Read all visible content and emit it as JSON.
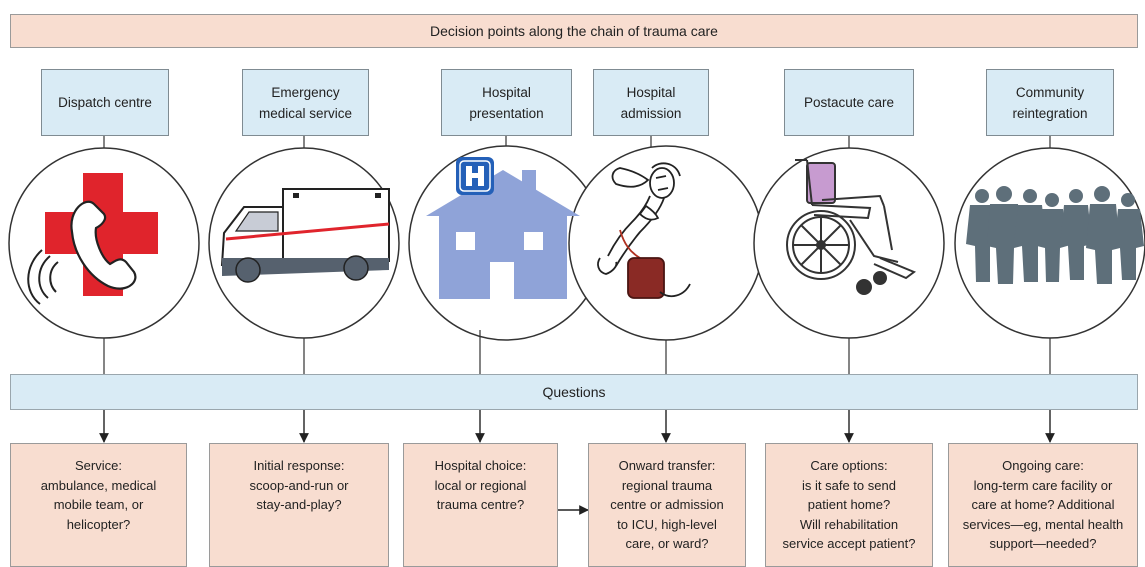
{
  "header": {
    "title": "Decision points along the chain of trauma care"
  },
  "stages": [
    {
      "label": "Dispatch centre",
      "icon": "telephone-red-cross-icon"
    },
    {
      "label": "Emergency\nmedical service",
      "icon": "ambulance-icon"
    },
    {
      "label": "Hospital\npresentation",
      "icon": "hospital-building-icon"
    },
    {
      "label": "Hospital\nadmission",
      "icon": "patient-transfusion-icon"
    },
    {
      "label": "Postacute care",
      "icon": "wheelchair-icon"
    },
    {
      "label": "Community\nreintegration",
      "icon": "people-silhouettes-icon"
    }
  ],
  "questions_label": "Questions",
  "answers": [
    {
      "text": "Service:\nambulance, medical\nmobile team, or\nhelicopter?"
    },
    {
      "text": "Initial response:\nscoop-and-run or\nstay-and-play?"
    },
    {
      "text": "Hospital choice:\nlocal or regional\ntrauma centre?"
    },
    {
      "text": "Onward transfer:\nregional trauma\ncentre or admission\nto ICU, high-level\ncare, or ward?"
    },
    {
      "text": "Care options:\nis it safe to send\npatient home?\nWill rehabilitation\nservice accept patient?"
    },
    {
      "text": "Ongoing care:\nlong-term care facility or\ncare at home? Additional\nservices—eg, mental health\nsupport—needed?"
    }
  ],
  "colors": {
    "box_peach": "#f8ddd0",
    "box_blue": "#d9ebf5",
    "cross_red": "#e0242c",
    "hospital_blue": "#8fa3d8",
    "hospital_sign": "#2460b8",
    "wheelchair_seat": "#c79bd0",
    "silhouette": "#5e6f7a"
  }
}
